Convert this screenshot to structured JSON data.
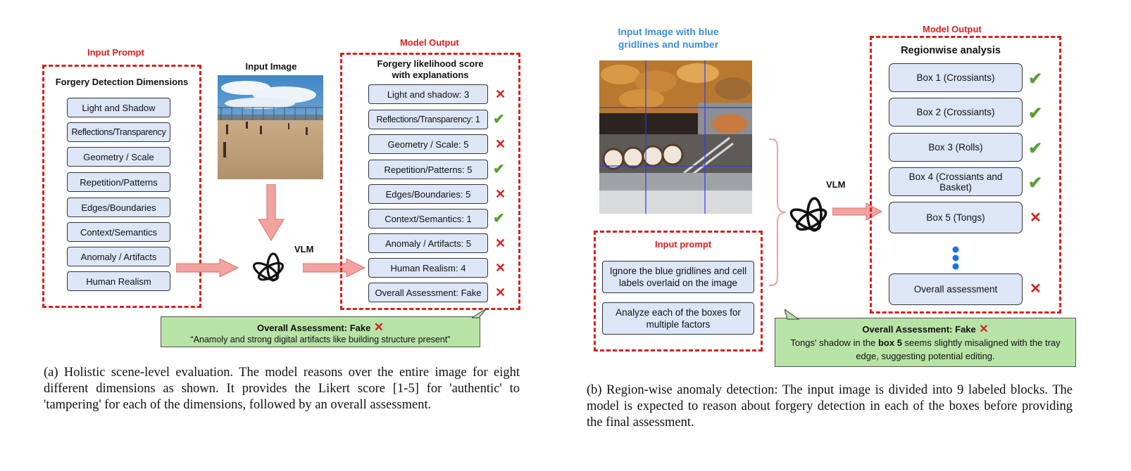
{
  "panel_a": {
    "input_prompt_title": "Input Prompt",
    "dimensions_heading": "Forgery Detection Dimensions",
    "dimensions": [
      "Light and Shadow",
      "Reflections/Transparency",
      "Geometry / Scale",
      "Repetition/Patterns",
      "Edges/Boundaries",
      "Context/Semantics",
      "Anomaly / Artifacts",
      "Human Realism"
    ],
    "input_image_title": "Input Image",
    "vlm_label": "VLM",
    "model_output_title": "Model Output",
    "output_heading_line1": "Forgery likelihood score",
    "output_heading_line2": "with explanations",
    "scores": [
      {
        "label": "Light and shadow: 3",
        "mark": "cross"
      },
      {
        "label": "Reflections/Transparency: 1",
        "mark": "check"
      },
      {
        "label": "Geometry / Scale: 5",
        "mark": "cross"
      },
      {
        "label": "Repetition/Patterns: 5",
        "mark": "check"
      },
      {
        "label": "Edges/Boundaries: 5",
        "mark": "cross"
      },
      {
        "label": "Context/Semantics: 1",
        "mark": "check"
      },
      {
        "label": "Anomaly / Artifacts: 5",
        "mark": "cross"
      },
      {
        "label": "Human Realism: 4",
        "mark": "cross"
      },
      {
        "label": "Overall Assessment: Fake",
        "mark": "cross"
      }
    ],
    "callout_title": "Overall Assessment: Fake",
    "callout_text": "“Anamoly and strong digital artifacts like building structure present”",
    "caption": "(a) Holistic scene-level evaluation. The model reasons over the entire image for eight different dimensions as shown. It provides the Likert score [1-5] for 'authentic' to 'tampering' for each of the dimensions, followed by an overall assessment."
  },
  "panel_b": {
    "input_image_title_line1": "Input Image with blue",
    "input_image_title_line2": "gridlines and number",
    "input_prompt_title": "Input prompt",
    "prompts": [
      "Ignore the blue gridlines and cell labels overlaid on the image",
      "Analyze each of the boxes for multiple factors"
    ],
    "vlm_label": "VLM",
    "model_output_title": "Model Output",
    "regionwise_heading": "Regionwise analysis",
    "boxes": [
      {
        "label": "Box 1 (Crossiants)",
        "mark": "check"
      },
      {
        "label": "Box 2 (Crossiants)",
        "mark": "check"
      },
      {
        "label": "Box 3 (Rolls)",
        "mark": "check"
      },
      {
        "label": "Box 4 (Crossiants and Basket)",
        "mark": "check"
      },
      {
        "label": "Box 5 (Tongs)",
        "mark": "cross"
      }
    ],
    "overall_box": {
      "label": "Overall assessment",
      "mark": "cross"
    },
    "callout_title": "Overall Assessment: Fake",
    "callout_text_before": "Tongs' shadow in the ",
    "callout_text_bold": "box 5",
    "callout_text_after": " seems slightly misaligned with the tray edge, suggesting potential editing.",
    "caption": "(b) Region-wise anomaly detection: The input image is divided into 9 labeled blocks. The model is expected to reason about forgery detection in each of the boxes before providing the final assessment."
  },
  "colors": {
    "dashed_red": "#d8201f",
    "box_fill": "#dce6f7",
    "check_green": "#5a9e36",
    "callout_green": "#b8e3a6",
    "arrow_pink": "#f2a3a0",
    "title_blue": "#3a8fdc"
  }
}
